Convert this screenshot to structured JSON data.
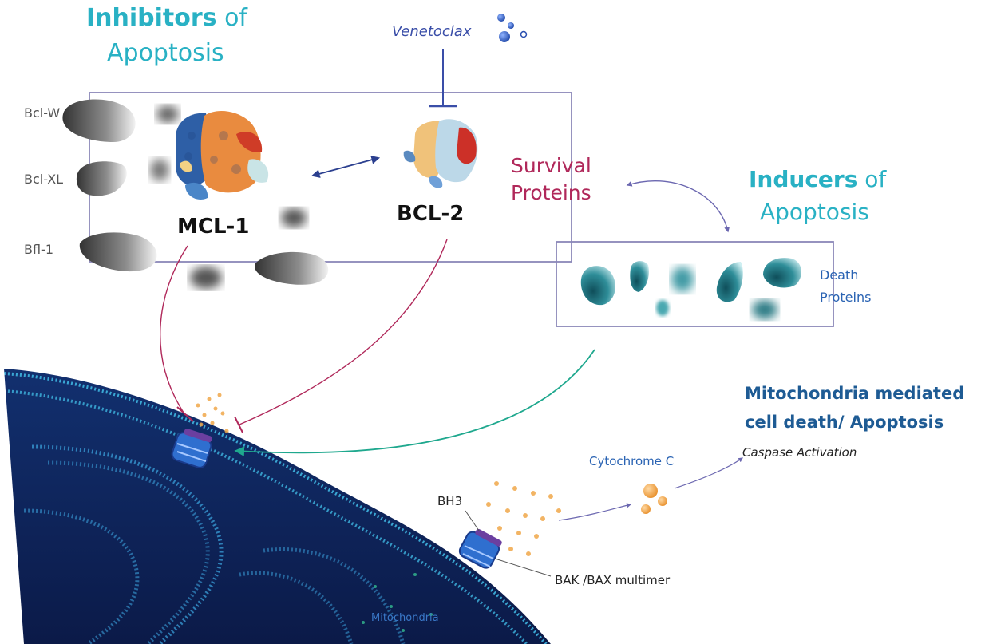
{
  "inhibitors": {
    "bold": "Inhibitors",
    "rest": " of",
    "line2": "Apoptosis"
  },
  "inducers": {
    "bold": "Inducers",
    "rest": " of",
    "line2": "Apoptosis"
  },
  "drug": "Venetoclax",
  "proteins": {
    "mcl1": "MCL-1",
    "bcl2": "BCL-2",
    "bclw": "Bcl-W",
    "bclxl": "Bcl-XL",
    "bfl1": "Bfl-1"
  },
  "survival": {
    "line1": "Survival",
    "line2": "Proteins"
  },
  "death": {
    "line1": "Death",
    "line2": "Proteins"
  },
  "outcome": {
    "line1": "Mitochondria mediated",
    "line2": "cell death/ Apoptosis"
  },
  "caspase": "Caspase  Activation",
  "cytochrome": "Cytochrome C",
  "bh3": "BH3",
  "bakbax": "BAK /BAX multimer",
  "mito": "Mitochondria",
  "colors": {
    "teal": "#29b1c4",
    "navy": "#2b3f8f",
    "magenta": "#b0285a",
    "dark_blue": "#1e5b94",
    "mito_dark": "#0f1f54",
    "mito_mid": "#16418a",
    "orange": "#f0a84a",
    "box": "#8a87b8"
  }
}
